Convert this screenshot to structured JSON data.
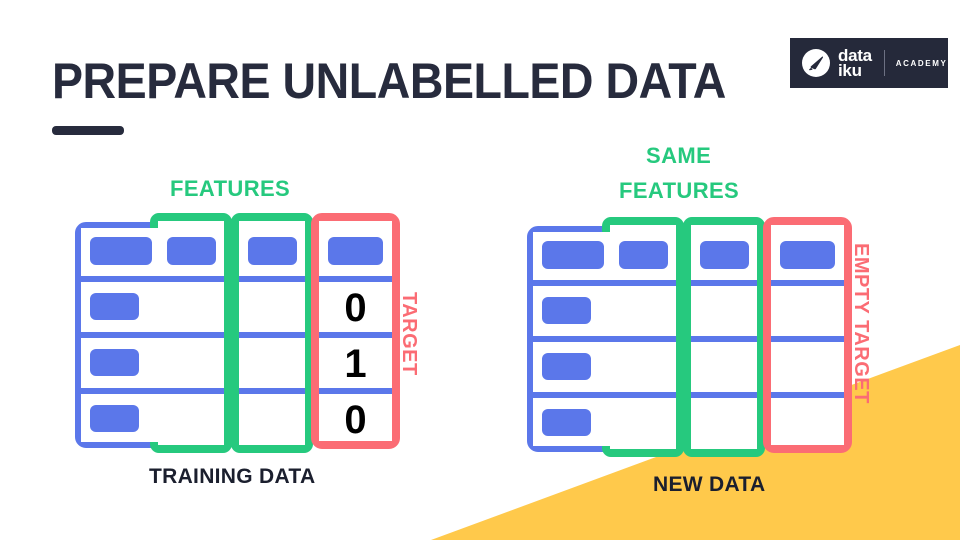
{
  "slide": {
    "title": "PREPARE UNLABELLED DATA",
    "background": "#ffffff"
  },
  "logo": {
    "brand_line1": "data",
    "brand_line2": "iku",
    "sub_label": "ACADEMY",
    "mark_icon": "dataiku-bird-icon",
    "box_color": "#25293a"
  },
  "colors": {
    "ink": "#272b3d",
    "blue": "#5b77ea",
    "green": "#26c97e",
    "red": "#fb6c74",
    "yellow": "#ffc94b"
  },
  "left_table": {
    "features_label": "FEATURES",
    "target_label": "TARGET",
    "caption": "TRAINING DATA",
    "columns": [
      {
        "kind": "id",
        "accent": "blue"
      },
      {
        "kind": "feature",
        "accent": "green"
      },
      {
        "kind": "feature",
        "accent": "green"
      },
      {
        "kind": "target",
        "accent": "red"
      }
    ],
    "header_row_chips": 4,
    "row_count": 4,
    "target_values": [
      "0",
      "1",
      "0"
    ]
  },
  "right_table": {
    "features_label_line1": "SAME",
    "features_label_line2": "FEATURES",
    "target_label": "EMPTY TARGET",
    "caption": "NEW DATA",
    "columns": [
      {
        "kind": "id",
        "accent": "blue"
      },
      {
        "kind": "feature",
        "accent": "green"
      },
      {
        "kind": "feature",
        "accent": "green"
      },
      {
        "kind": "target",
        "accent": "red"
      }
    ],
    "header_row_chips": 4,
    "row_count": 4,
    "target_values": []
  }
}
